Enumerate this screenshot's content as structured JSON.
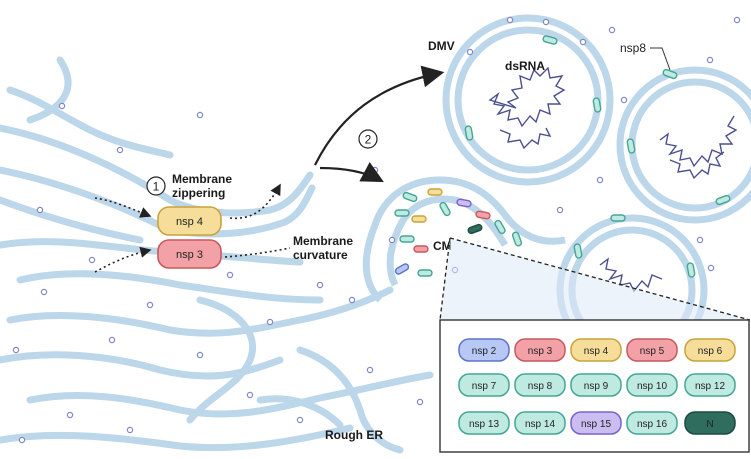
{
  "labels": {
    "dmv": "DMV",
    "dsrna": "dsRNA",
    "nsp8_callout": "nsp8",
    "cm": "CM",
    "rough_er": "Rough ER",
    "step1_num": "1",
    "step1_label_line1": "Membrane",
    "step1_label_line2": "zippering",
    "step2_num": "2",
    "curvature_line1": "Membrane",
    "curvature_line2": "curvature"
  },
  "interaction_pills": [
    {
      "text": "nsp 4",
      "fill": "#f6dd9a",
      "stroke": "#c9a33a"
    },
    {
      "text": "nsp 3",
      "fill": "#f2a2a6",
      "stroke": "#c9575e"
    }
  ],
  "legend": [
    {
      "text": "nsp 2",
      "fill": "#b8c8f5",
      "stroke": "#5d74c9",
      "dark": false
    },
    {
      "text": "nsp 3",
      "fill": "#f2a2a6",
      "stroke": "#c9575e",
      "dark": false
    },
    {
      "text": "nsp 4",
      "fill": "#f6dd9a",
      "stroke": "#c9a33a",
      "dark": false
    },
    {
      "text": "nsp 5",
      "fill": "#f2a2a6",
      "stroke": "#c9575e",
      "dark": false
    },
    {
      "text": "nsp 6",
      "fill": "#f6dd9a",
      "stroke": "#c9a33a",
      "dark": false
    },
    {
      "text": "nsp 7",
      "fill": "#bfeae2",
      "stroke": "#45a595",
      "dark": false
    },
    {
      "text": "nsp 8",
      "fill": "#bfeae2",
      "stroke": "#45a595",
      "dark": false
    },
    {
      "text": "nsp 9",
      "fill": "#bfeae2",
      "stroke": "#45a595",
      "dark": false
    },
    {
      "text": "nsp 10",
      "fill": "#bfeae2",
      "stroke": "#45a595",
      "dark": false
    },
    {
      "text": "nsp 12",
      "fill": "#bfeae2",
      "stroke": "#45a595",
      "dark": false
    },
    {
      "text": "nsp 13",
      "fill": "#bfeae2",
      "stroke": "#45a595",
      "dark": false
    },
    {
      "text": "nsp 14",
      "fill": "#bfeae2",
      "stroke": "#45a595",
      "dark": false
    },
    {
      "text": "nsp 15",
      "fill": "#cbbdf2",
      "stroke": "#7a61c9",
      "dark": false
    },
    {
      "text": "nsp 16",
      "fill": "#bfeae2",
      "stroke": "#45a595",
      "dark": false
    },
    {
      "text": "N",
      "fill": "#2f6e5f",
      "stroke": "#1d4a40",
      "dark": true
    }
  ],
  "colors": {
    "membrane": "#bcd6ea",
    "membrane_edge": "#9fc0da",
    "dot": "#7f86c9",
    "rna": "#4b4f8f",
    "arrow": "#222222"
  }
}
